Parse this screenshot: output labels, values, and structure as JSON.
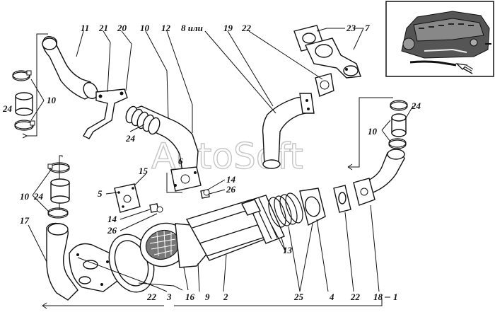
{
  "watermark": "AutoSoft",
  "labels": {
    "l11": "11",
    "l21": "21",
    "l20": "20",
    "l10a": "10",
    "l12": "12",
    "l8": "8 или",
    "l19": "19",
    "l22a": "22",
    "l23": "23",
    "l7": "7",
    "l10b": "10",
    "l24a": "24",
    "l24b": "24",
    "l10c": "10",
    "l24c": "24",
    "l6": "6",
    "l15": "15",
    "l14a": "14",
    "l26a": "26",
    "l5": "5",
    "l10d": "10",
    "l24d": "24",
    "l14b": "14",
    "l26b": "26",
    "l17": "17",
    "l13": "13",
    "l22b": "22",
    "l3": "3",
    "l16": "16",
    "l9": "9",
    "l2": "2",
    "l25": "25",
    "l4": "4",
    "l22c": "22",
    "l18": "18",
    "l1": "1"
  }
}
